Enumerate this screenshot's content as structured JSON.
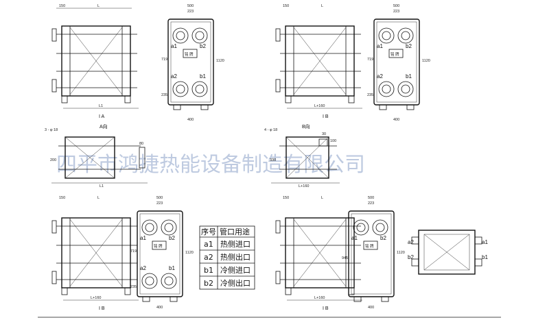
{
  "watermark": "四平市鸿捷热能设备制造有限公司",
  "views": {
    "fig1": {
      "caption": "I A",
      "width": "L",
      "left": "150",
      "total": "L1"
    },
    "fig1_front": {
      "top_total": "500",
      "top_inner": "223",
      "left_h": "719",
      "right_h": "1120",
      "bottom_h": "235",
      "bottom_w": "400"
    },
    "fig2": {
      "caption": "I B",
      "width": "L",
      "left": "150",
      "total": "L+160"
    },
    "fig2_front": {
      "top_total": "500",
      "top_inner": "223",
      "left_h": "719",
      "right_h": "1120",
      "bottom_h": "235",
      "bottom_w": "400"
    },
    "viewA": {
      "label": "A向",
      "holes": "3 - φ 18",
      "total": "L1",
      "right_w": "80",
      "left_h": "200"
    },
    "viewB": {
      "label": "B向",
      "holes": "4 - φ 18",
      "total": "L+160",
      "right_w": "30",
      "right_h": "100",
      "left_h": "330"
    },
    "fig3": {
      "caption": "I B",
      "width": "L",
      "left": "150",
      "total": "L+160"
    },
    "fig3_front": {
      "top_total": "500",
      "top_inner": "223",
      "left_h": "719",
      "right_h": "1120",
      "bottom_h": "235",
      "bottom_w": "400"
    },
    "fig4": {
      "caption": "I B",
      "width": "L",
      "left": "150",
      "total": "L+160"
    },
    "fig4_front": {
      "top_total": "500",
      "top_inner": "223",
      "left_h": "945",
      "right_h": "1120",
      "bottom_w": "400"
    }
  },
  "ports": {
    "a1": "a1",
    "a2": "a2",
    "b1": "b1",
    "b2": "b2"
  },
  "nameplate": "铭 牌",
  "legend": {
    "header": [
      "序号",
      "管口用途"
    ],
    "rows": [
      {
        "id": "a1",
        "use": "热侧进口"
      },
      {
        "id": "a2",
        "use": "热侧出口"
      },
      {
        "id": "b1",
        "use": "冷侧进口"
      },
      {
        "id": "b2",
        "use": "冷侧出口"
      }
    ]
  }
}
